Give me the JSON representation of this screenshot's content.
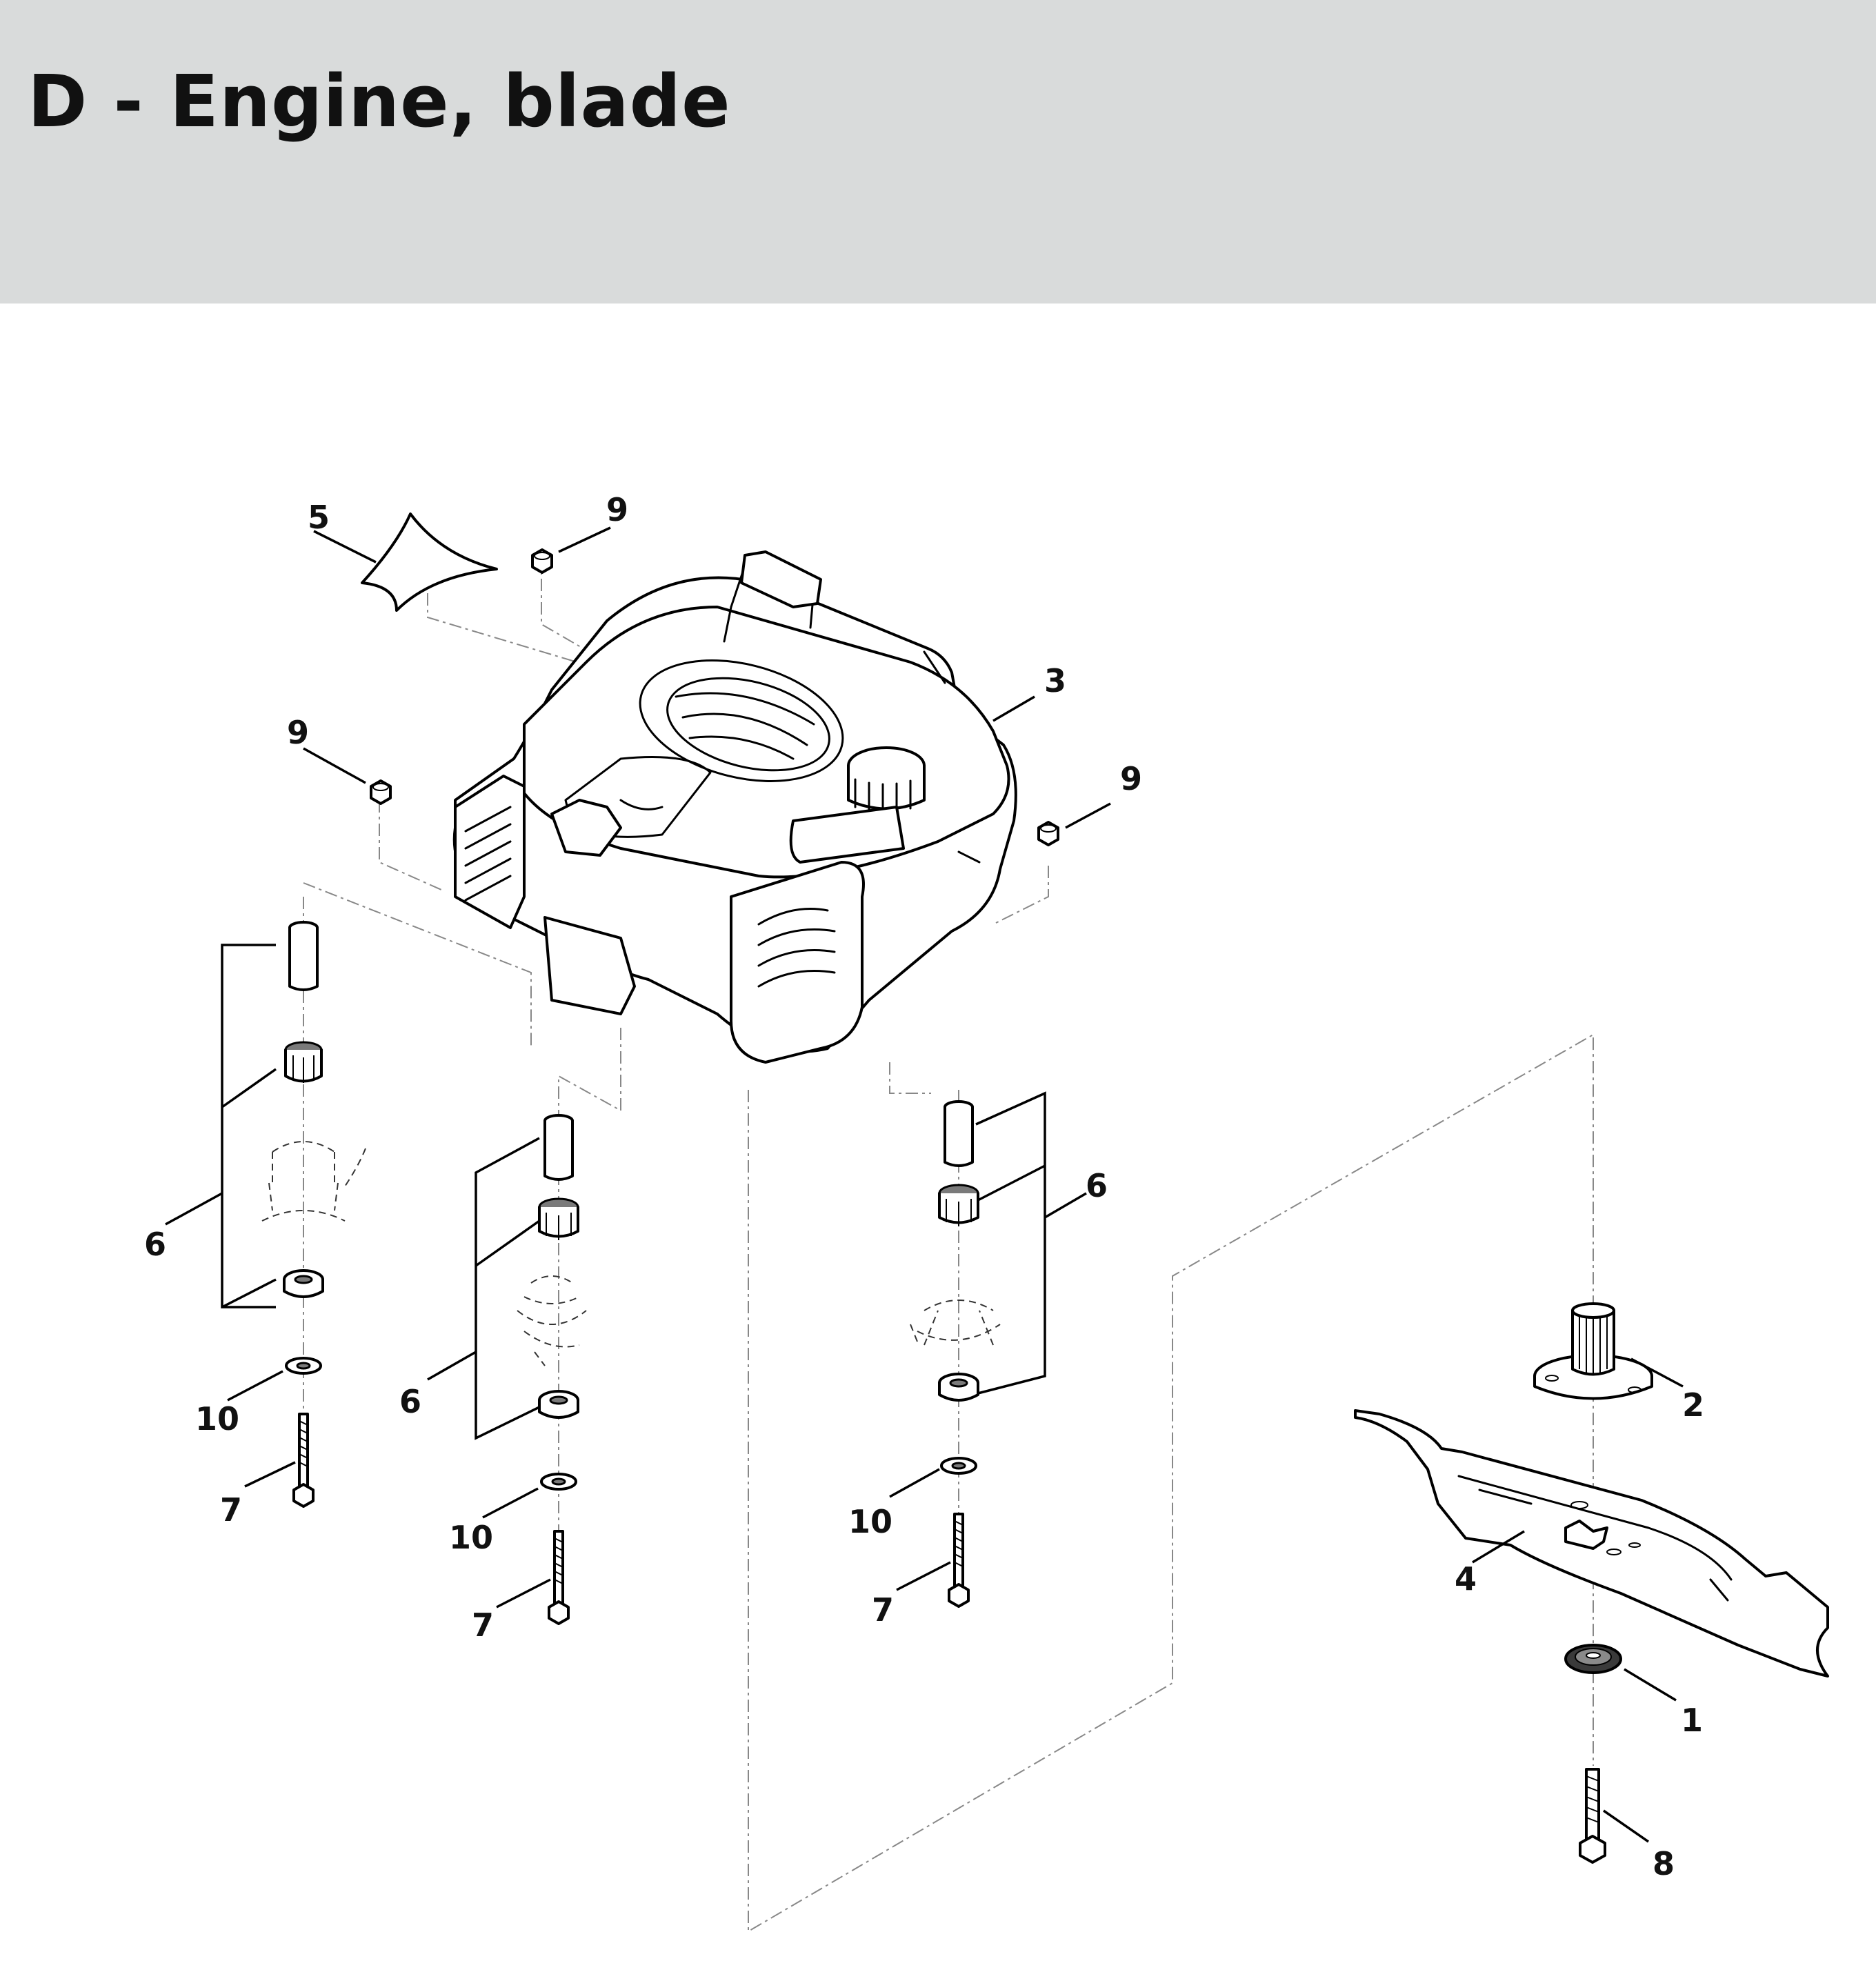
{
  "header": {
    "title": "D - Engine, blade"
  },
  "callouts": {
    "c1": "1",
    "c2": "2",
    "c3": "3",
    "c4": "4",
    "c5": "5",
    "c6a": "6",
    "c6b": "6",
    "c6c": "6",
    "c7a": "7",
    "c7b": "7",
    "c7c": "7",
    "c8": "8",
    "c9a": "9",
    "c9b": "9",
    "c9c": "9",
    "c10a": "10",
    "c10b": "10",
    "c10c": "10"
  },
  "colors": {
    "header_bg": "#d9dbdb",
    "line": "#000000",
    "dash": "#888888"
  }
}
